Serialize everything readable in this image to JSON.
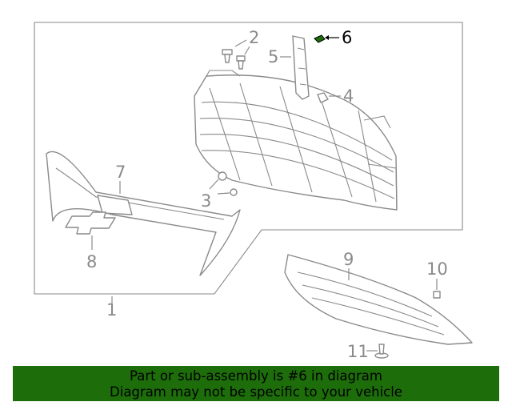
{
  "callouts": {
    "c1": "1",
    "c2": "2",
    "c3": "3",
    "c4": "4",
    "c5": "5",
    "c6": "6",
    "c7": "7",
    "c8": "8",
    "c9": "9",
    "c10": "10",
    "c11": "11"
  },
  "highlighted_part": "6",
  "colors": {
    "line": "#8a8a8a",
    "highlight": "#1d6e0a",
    "banner_bg": "#1d6e0a"
  },
  "banner": {
    "line1": "Part or sub-assembly is #6 in diagram",
    "line2": "Diagram may not be specific to your vehicle"
  }
}
